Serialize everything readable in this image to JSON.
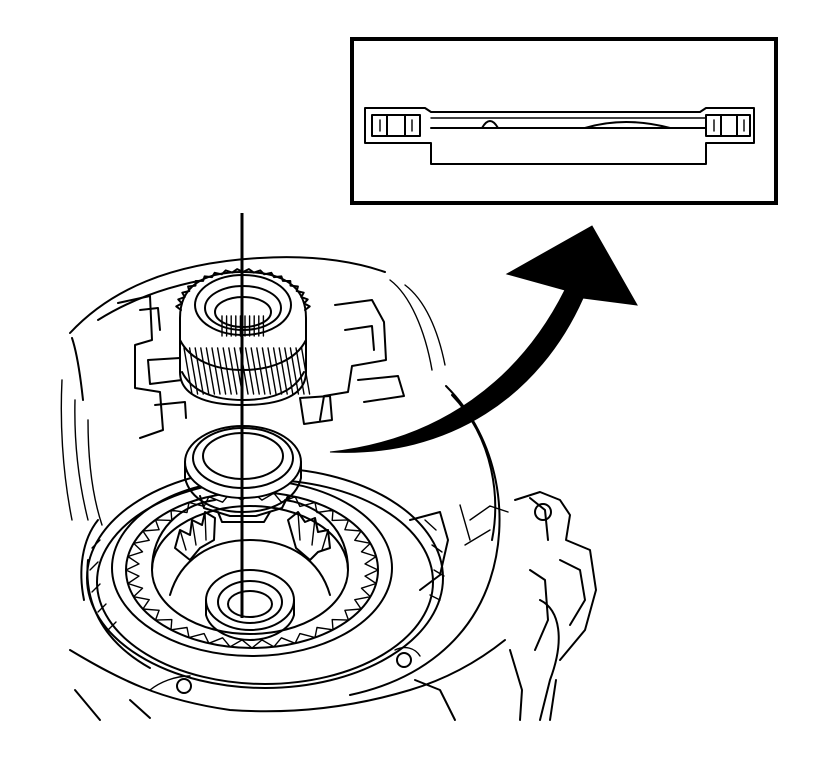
{
  "figure": {
    "colors": {
      "line": "#000000",
      "background": "#ffffff"
    },
    "parts": [
      "transmission-case",
      "helical-gear",
      "thrust-bearing",
      "ring-gear",
      "planetary-carrier",
      "center-axis",
      "callout-arrow",
      "bearing-section-detail"
    ]
  }
}
